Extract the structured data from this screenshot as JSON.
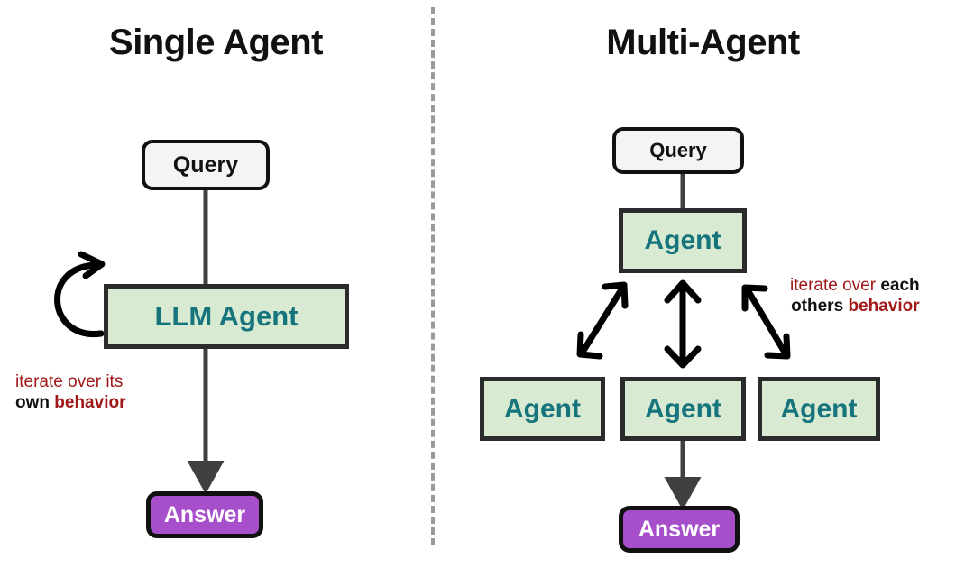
{
  "diagram": {
    "title_single": "Single Agent",
    "title_multi": "Multi-Agent",
    "colors": {
      "agent_fill": "#d9ead3",
      "agent_text": "#15747c",
      "agent_border": "#2b2b2b",
      "query_fill": "#f4f4f4",
      "answer_fill": "#a74fcb",
      "answer_text": "#ffffff",
      "annotation_red": "#a01818",
      "annotation_black": "#111111",
      "connector_gray": "#404040",
      "arrow_black": "#000000",
      "divider_gray": "#9a9a9a",
      "background": "#ffffff"
    }
  },
  "single_agent": {
    "query_label": "Query",
    "agent_label": "LLM Agent",
    "answer_label": "Answer",
    "annotation": {
      "line1_red": "iterate over its",
      "line2_black": "own",
      "line2_red": "behavior"
    }
  },
  "multi_agent": {
    "query_label": "Query",
    "orchestrator_label": "Agent",
    "worker_labels": [
      "Agent",
      "Agent",
      "Agent"
    ],
    "answer_label": "Answer",
    "annotation": {
      "line1_red": "iterate over",
      "line1_black": "each",
      "line2_black": "others",
      "line2_red": "behavior"
    }
  }
}
